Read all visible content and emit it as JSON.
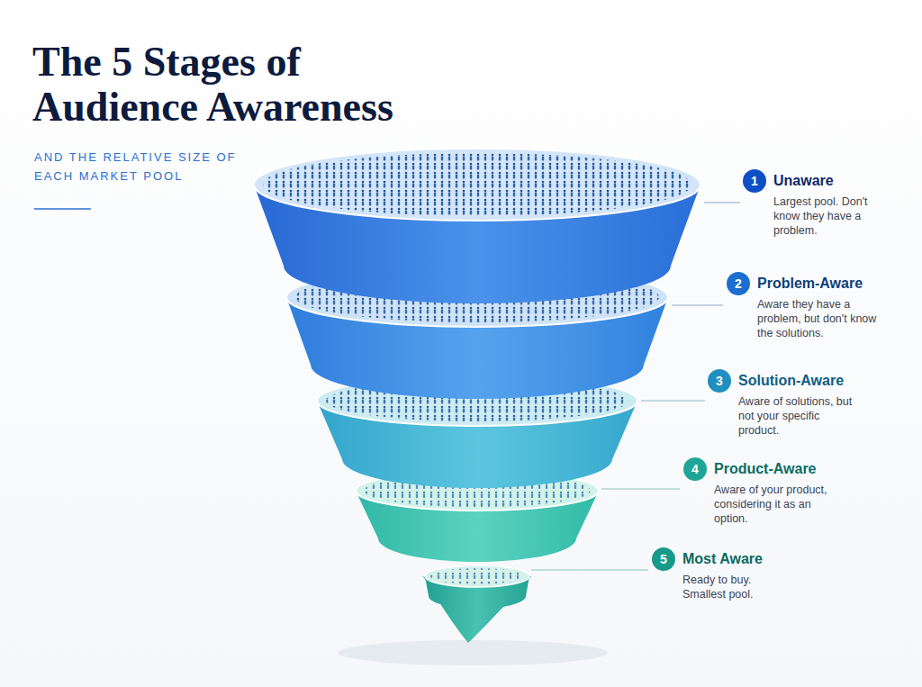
{
  "diagram": {
    "title": "The 5 Stages of Audience Awareness",
    "nodes": [
      {
        "text": [
          "1",
          "Unaware",
          "Largest pool. Don't know they have a problem."
        ]
      },
      {
        "text": [
          "2",
          "Problem-Aware",
          "Aware they have a problem, but don't know the solutions."
        ]
      },
      {
        "text": [
          "3",
          "Solution-Aware",
          "Aware of solutions, but not your specific product."
        ]
      },
      {
        "text": [
          "4",
          "Product-Aware",
          "Aware of your product, considering it as an option."
        ]
      },
      {
        "text": [
          "5",
          "Most Aware",
          "Ready to buy. Smallest pool."
        ]
      }
    ],
    "labels": [
      "AND THE RELATIVE SIZE OF EACH MARKET POOL"
    ]
  }
}
